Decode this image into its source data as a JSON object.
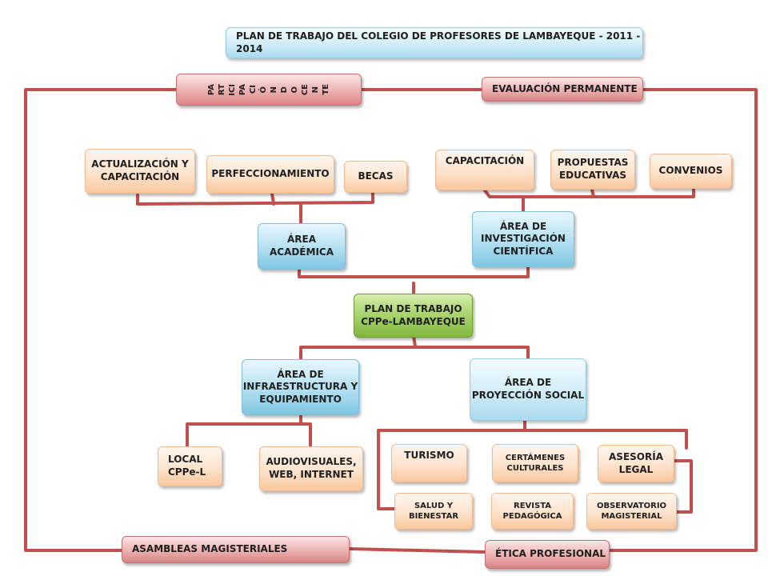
{
  "diagram": {
    "title": "PLAN DE TRABAJO DEL COLEGIO DE PROFESORES DE LAMBAYEQUE  -  2011  - 2014",
    "participation_columns": [
      "PA",
      "RT",
      "ICI",
      "PA",
      "CI",
      "Ó",
      "N",
      "D",
      "O",
      "CE",
      "N",
      "TE"
    ],
    "evaluation": "EVALUACIÓN PERMANENTE",
    "center": "PLAN DE TRABAJO CPPe-LAMBAYEQUE",
    "academic_area": {
      "label": "ÁREA ACADÉMICA",
      "children": [
        "ACTUALIZACIÓN Y CAPACITACIÓN",
        "PERFECCIONAMIENTO",
        "BECAS"
      ]
    },
    "research_area": {
      "label": "ÁREA DE INVESTIGACIÓN CIENTÍFICA",
      "children": [
        "CAPACITACIÓN",
        "PROPUESTAS EDUCATIVAS",
        "CONVENIOS"
      ]
    },
    "infrastructure_area": {
      "label": "ÁREA DE INFRAESTRUCTURA Y EQUIPAMIENTO",
      "children": [
        "LOCAL CPPe-L",
        "AUDIOVISUALES, WEB,  INTERNET"
      ]
    },
    "social_area": {
      "label": "ÁREA DE PROYECCIÓN SOCIAL",
      "children": [
        "TURISMO",
        "CERTÁMENES CULTURALES",
        "ASESORÍA LEGAL",
        "SALUD Y BIENESTAR",
        "REVISTA PEDAGÓGICA",
        "OBSERVATORIO MAGISTERIAL"
      ]
    },
    "assemblies": "ASAMBLEAS   MAGISTERIALES",
    "ethics": "ÉTICA  PROFESIONAL",
    "colors": {
      "connector": "#c0504d",
      "academic_child": "#fde3cc",
      "area": "#b7e2f2",
      "center": "#a8d26b",
      "principle": "#eeb5b5"
    }
  }
}
